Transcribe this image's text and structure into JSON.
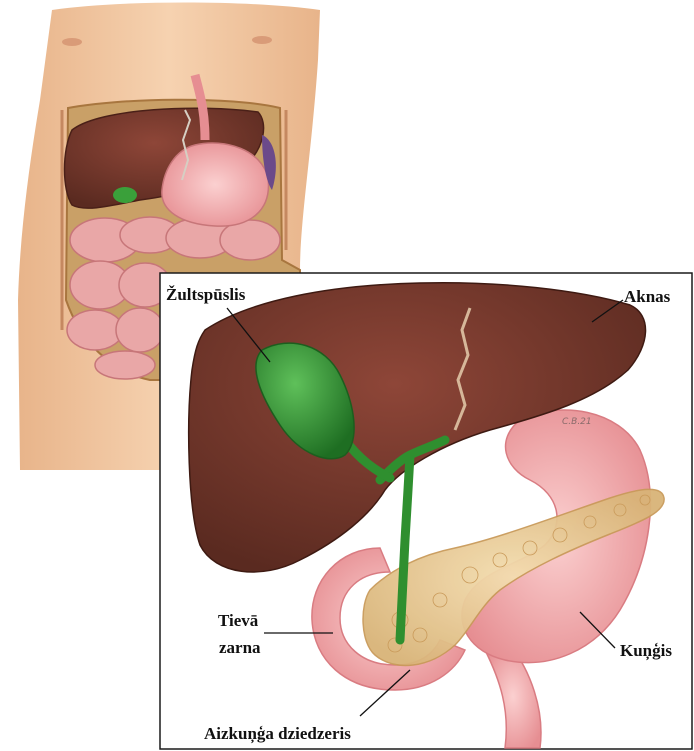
{
  "labels": {
    "gallbladder": "Žultspūslis",
    "liver": "Aknas",
    "small_intestine_line1": "Tievā",
    "small_intestine_line2": "zarna",
    "stomach": "Kuņģis",
    "pancreas": "Aizkuņģa dziedzeris"
  },
  "signature": "C.B.21",
  "colors": {
    "skin": "#f3c9a3",
    "liver": "#7a3a2e",
    "gallbladder": "#2f8f2f",
    "stomach": "#f3b0b0",
    "pancreas": "#e8c98c",
    "intestine": "#e9a7a7"
  }
}
